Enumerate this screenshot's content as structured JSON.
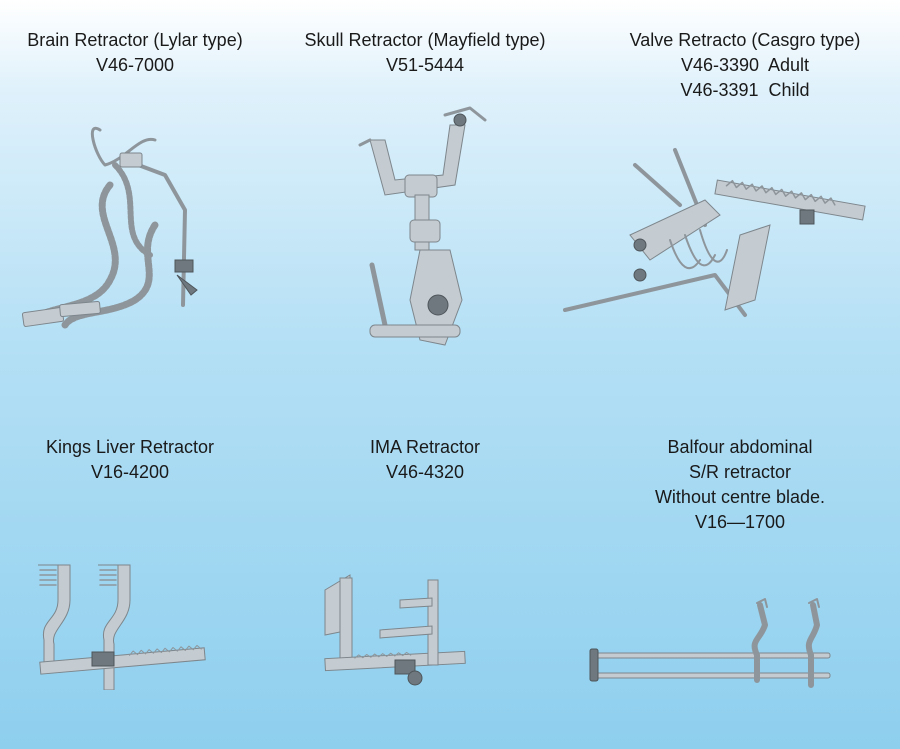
{
  "products": [
    {
      "name": "Brain Retractor (Lylar type)",
      "codes": [
        "V46-7000"
      ],
      "image_icon": "brain-retractor-image"
    },
    {
      "name": "Skull Retractor (Mayfield type)",
      "codes": [
        "V51-5444"
      ],
      "image_icon": "skull-retractor-image"
    },
    {
      "name": "Valve Retracto (Casgro type)",
      "codes": [
        "V46-3390  Adult",
        "V46-3391  Child"
      ],
      "image_icon": "valve-retractor-image"
    },
    {
      "name": "Kings Liver Retractor",
      "codes": [
        "V16-4200"
      ],
      "image_icon": "kings-liver-retractor-image"
    },
    {
      "name": "IMA Retractor",
      "codes": [
        "V46-4320"
      ],
      "image_icon": "ima-retractor-image"
    },
    {
      "name": "Balfour abdominal",
      "codes": [
        "S/R retractor",
        "Without centre blade.",
        "V16—1700"
      ],
      "image_icon": "balfour-retractor-image"
    }
  ],
  "colors": {
    "background_top": "#ffffff",
    "background_bottom": "#8ecfee",
    "metal": "#c5ccd1",
    "metal_edge": "#7d868c"
  }
}
